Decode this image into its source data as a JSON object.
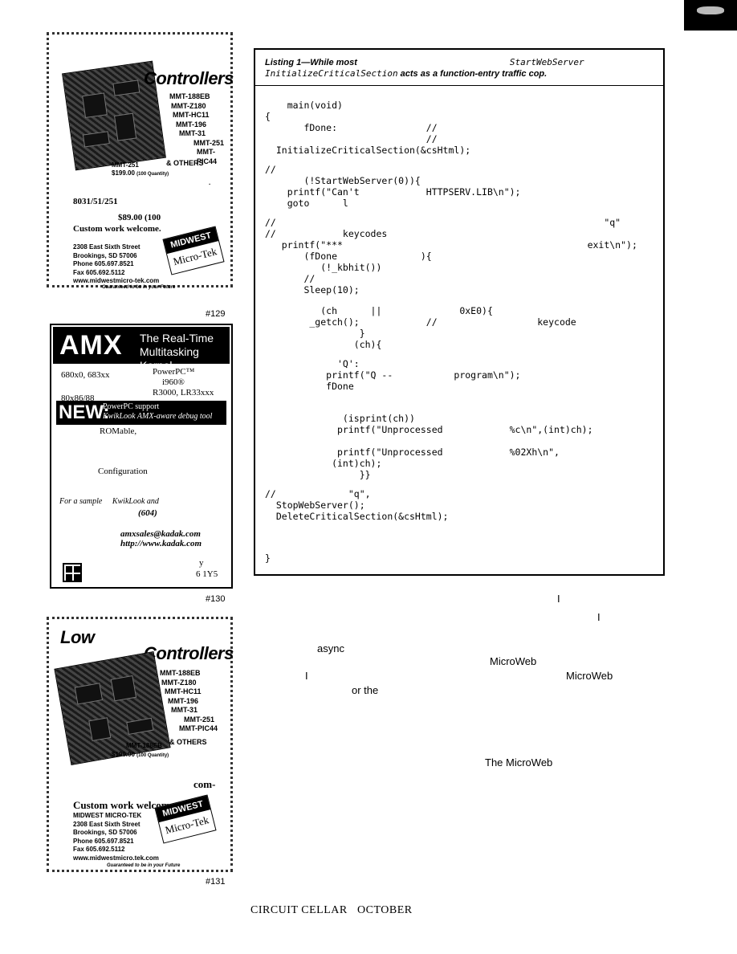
{
  "ad1": {
    "title": "Controllers",
    "models": [
      "MMT-188EB",
      "MMT-Z180",
      "MMT-HC11",
      "MMT-196",
      "MMT-31",
      "MMT-251",
      "MMT-PIC44",
      "& OTHERS"
    ],
    "board_label": "MMT-251",
    "price": "$199.00",
    "qty": "(100 Quantity)",
    "period": ".",
    "cpu": "8031/51/251",
    "price2": "$89.00",
    "price2_qty": "(100",
    "custom": "Custom work welcome.",
    "address": [
      "2308 East Sixth Street",
      "Brookings, SD 57006",
      "Phone 605.697.8521",
      "Fax   605.692.5112",
      "www.midwestmicro-tek.com"
    ],
    "tagline": "Guaranteed to be in your Future",
    "logo_top": "MIDWEST",
    "logo_bottom": "Micro-Tek",
    "id": "#129"
  },
  "ad2": {
    "logo": "AMX",
    "sub1": "The Real-Time",
    "sub2": "Multitasking Kernel",
    "proc_left": [
      "680x0, 683xx",
      "80x86/88"
    ],
    "proc_right": [
      "PowerPC™",
      "i960®",
      "R3000, LR33xxx"
    ],
    "new_label": "NEW:",
    "new_line1": "PowerPC support",
    "new_line2": "KwikLook AMX-aware debug tool",
    "romable": "ROMable,",
    "config": "Configuration",
    "sample_a": "For a sample",
    "sample_b": "KwikLook and",
    "phone": "(604)",
    "email": "amxsales@kadak.com",
    "web": "http://www.kadak.com",
    "addr_a": "y",
    "addr_b": "6  1Y5",
    "id": "#130"
  },
  "ad3": {
    "title_low": "Low",
    "title": "Controllers",
    "models": [
      "MMT-188EB",
      "MMT-Z180",
      "MMT-HC11",
      "MMT-196",
      "MMT-31",
      "MMT-251",
      "MMT-PIC44",
      "& OTHERS"
    ],
    "board_label": "MMT-188EB",
    "price": "$199.00",
    "qty": "(100 Quantity)",
    "com": "com-",
    "custom": "Custom work welcome.",
    "company": "MIDWEST MICRO-TEK",
    "address": [
      "2308 East Sixth Street",
      "Brookings, SD 57006",
      "Phone 605.697.8521",
      "Fax   605.692.5112",
      "www.midwestmicro.tek.com"
    ],
    "tagline": "Guaranteed to be in your Future",
    "logo_top": "MIDWEST",
    "logo_bottom": "Micro-Tek",
    "id": "#131"
  },
  "listing": {
    "caption_bold1": "Listing 1—While most",
    "caption_mono1": "StartWebServer",
    "caption_mono2": "InitializeCriticalSection",
    "caption_bold2": " acts as a function-entry traffic cop.",
    "lines": [
      "    main(void)",
      "{",
      "       fDone:                //",
      "                             //",
      "  InitializeCriticalSection(&csHtml);",
      "//",
      "       (!StartWebServer(0)){",
      "    printf(\"Can't            HTTPSERV.LIB\\n\");",
      "    goto      l",
      "//                                                           \"q\"",
      "//            keycodes",
      "   printf(\"***                                            exit\\n\");",
      "       (fDone               ){",
      "          (!_kbhit())",
      "       //",
      "       Sleep(10);",
      "          (ch      ||              0xE0){",
      "        _getch();            //                  keycode",
      "                 }",
      "                (ch){",
      "             'Q':",
      "           printf(\"Q --           program\\n\");",
      "           fDone",
      "              (isprint(ch))",
      "             printf(\"Unprocessed            %c\\n\",(int)ch);",
      "             printf(\"Unprocessed            %02Xh\\n\",",
      "            (int)ch);",
      "                 }}",
      "//             \"q\",",
      "  StopWebServer();",
      "  DeleteCriticalSection(&csHtml);",
      "}"
    ]
  },
  "body_fragments": {
    "bar1": "I",
    "bar2": "I",
    "async": "async",
    "microweb1": "MicroWeb",
    "bar3": "I",
    "microweb2": "MicroWeb",
    "or_the": "or the",
    "the_microweb": "The MicroWeb"
  },
  "footer": {
    "left": "CIRCUIT CELLAR",
    "right": "OCTOBER"
  }
}
